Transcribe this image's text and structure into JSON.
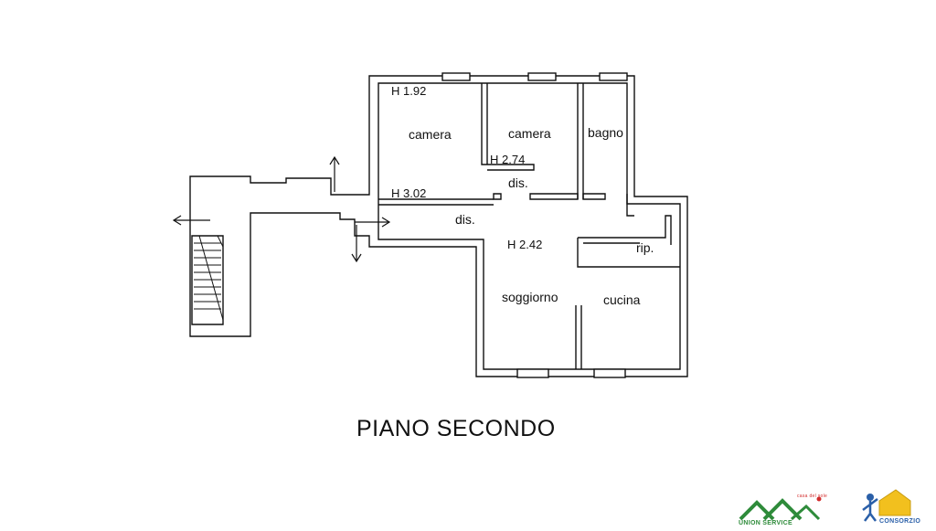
{
  "plan": {
    "title": "PIANO SECONDO",
    "rooms": {
      "camera_left": "camera",
      "camera_mid": "camera",
      "bagno": "bagno",
      "dis_upper": "dis.",
      "dis_lower": "dis.",
      "rip": "rip.",
      "soggiorno": "soggiorno",
      "cucina": "cucina"
    },
    "heights": {
      "h1": "H 1.92",
      "h2": "H 2.74",
      "h3": "H 3.02",
      "h4": "H 2.42"
    }
  },
  "logos": {
    "left": {
      "text": "UNION SERVICE",
      "tagline": "casa del sole"
    },
    "right": {
      "text": "CONSORZIO"
    }
  },
  "colors": {
    "wall": "#111111",
    "logo_green": "#2e8b3a",
    "logo_yellow": "#f2c01e",
    "logo_blue": "#2a5fa8",
    "logo_red": "#d22b2b"
  }
}
